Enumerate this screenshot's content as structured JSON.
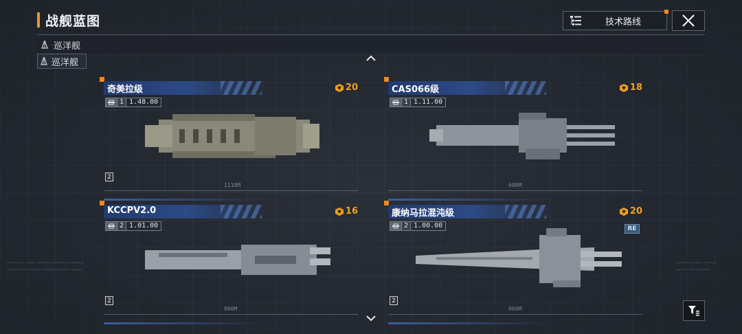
{
  "header": {
    "title": "战舰蓝图",
    "tech_button_label": "技术路线"
  },
  "category": {
    "main_label": "巡洋舰",
    "sub_tab_label": "巡洋舰"
  },
  "colors": {
    "accent_orange": "#f28a1b",
    "cost_gold": "#f0a022",
    "name_bar_blue": "#2c4a86"
  },
  "cards": [
    {
      "name": "奇美拉级",
      "cost": "20",
      "stat_level": "1",
      "stat_version": "1.48.00",
      "ruler_label": "1110M",
      "tier": "2",
      "badge": ""
    },
    {
      "name": "CAS066级",
      "cost": "18",
      "stat_level": "1",
      "stat_version": "1.11.00",
      "ruler_label": "600M",
      "tier": "",
      "badge": ""
    },
    {
      "name": "KCCPV2.0",
      "cost": "16",
      "stat_level": "2",
      "stat_version": "1.01.00",
      "ruler_label": "900M",
      "tier": "2",
      "badge": ""
    },
    {
      "name": "康纳马拉混沌级",
      "cost": "20",
      "stat_level": "2",
      "stat_version": "1.00.00",
      "ruler_label": "960M",
      "tier": "2",
      "badge": "RE"
    }
  ]
}
